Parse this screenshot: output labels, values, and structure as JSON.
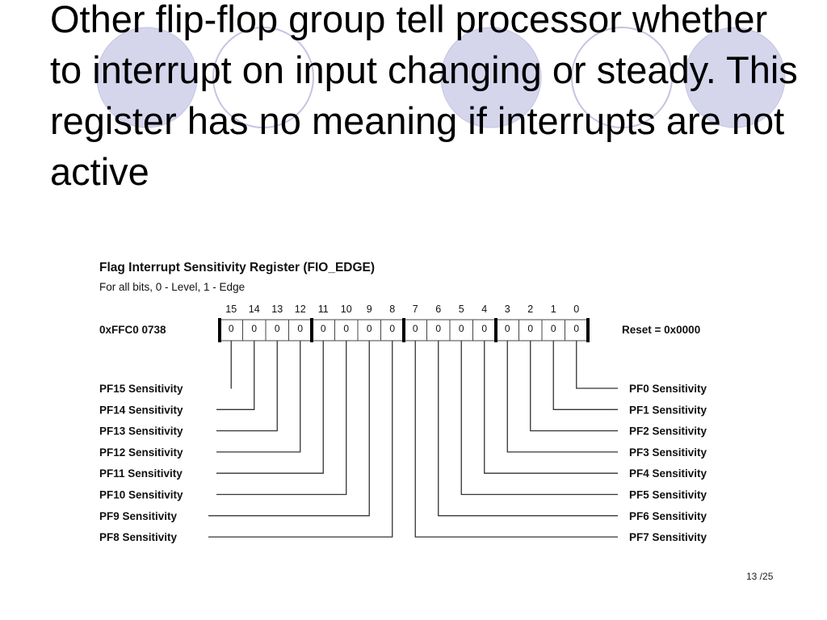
{
  "slide": {
    "title": "Other flip-flop group tell processor whether to interrupt on input changing or steady. This register has no meaning if interrupts are not active",
    "page_number": "13 /25"
  },
  "theme": {
    "circle_fill": "#d5d5ec",
    "circle_stroke": "#c4c4e2"
  },
  "register": {
    "name": "Flag Interrupt Sensitivity Register (FIO_EDGE)",
    "subtitle": "For all bits, 0 - Level, 1 - Edge",
    "address": "0xFFC0 0738",
    "reset": "Reset = 0x0000",
    "bit_numbers": [
      "15",
      "14",
      "13",
      "12",
      "11",
      "10",
      "9",
      "8",
      "7",
      "6",
      "5",
      "4",
      "3",
      "2",
      "1",
      "0"
    ],
    "bit_values": [
      "0",
      "0",
      "0",
      "0",
      "0",
      "0",
      "0",
      "0",
      "0",
      "0",
      "0",
      "0",
      "0",
      "0",
      "0",
      "0"
    ],
    "left_labels": [
      "PF15 Sensitivity",
      "PF14 Sensitivity",
      "PF13 Sensitivity",
      "PF12 Sensitivity",
      "PF11 Sensitivity",
      "PF10 Sensitivity",
      "PF9 Sensitivity",
      "PF8 Sensitivity"
    ],
    "right_labels": [
      "PF0 Sensitivity",
      "PF1 Sensitivity",
      "PF2 Sensitivity",
      "PF3 Sensitivity",
      "PF4 Sensitivity",
      "PF5 Sensitivity",
      "PF6 Sensitivity",
      "PF7 Sensitivity"
    ]
  }
}
